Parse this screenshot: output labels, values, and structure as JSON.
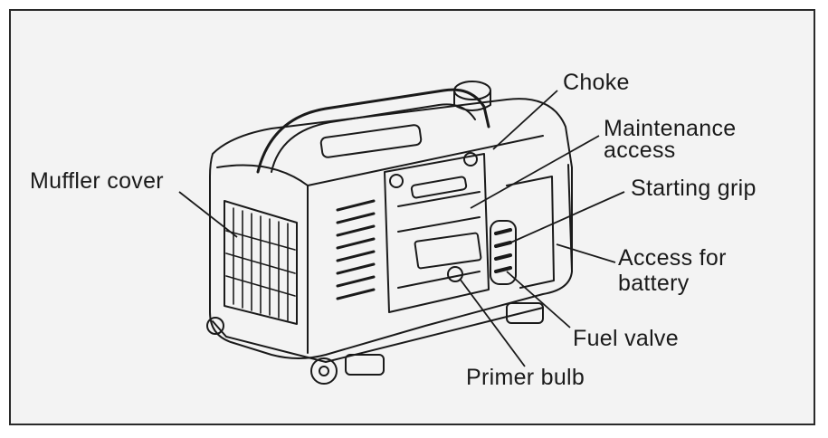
{
  "diagram": {
    "labels": {
      "choke": "Choke",
      "maintenance_access_line1": "Maintenance",
      "maintenance_access_line2": "access",
      "muffler_cover": "Muffler cover",
      "starting_grip": "Starting grip",
      "access_battery_line1": "Access for",
      "access_battery_line2": "battery",
      "fuel_valve": "Fuel valve",
      "primer_bulb": "Primer bulb"
    },
    "colors": {
      "ink": "#1a1a1a",
      "background": "#f3f3f3",
      "frame": "#2a2a2a"
    }
  }
}
